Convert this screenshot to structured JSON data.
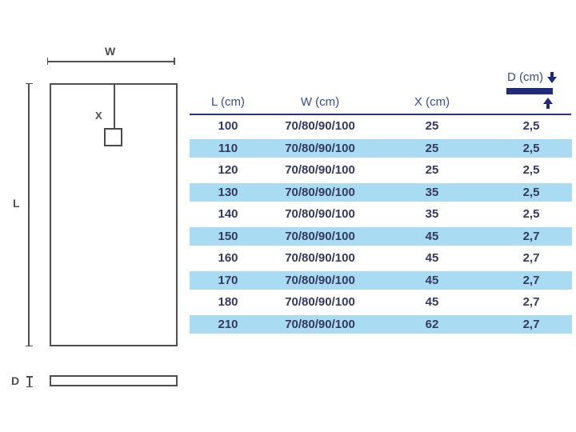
{
  "diagram": {
    "top_view": {
      "width_label": "W",
      "length_label": "L",
      "drain_offset_label": "X"
    },
    "side_view": {
      "depth_label": "D"
    }
  },
  "table": {
    "columns": [
      "L (cm)",
      "W (cm)",
      "X (cm)",
      "D (cm)"
    ],
    "rows": [
      {
        "l": "100",
        "w": "70/80/90/100",
        "x": "25",
        "d": "2,5",
        "highlight": false
      },
      {
        "l": "110",
        "w": "70/80/90/100",
        "x": "25",
        "d": "2,5",
        "highlight": true
      },
      {
        "l": "120",
        "w": "70/80/90/100",
        "x": "25",
        "d": "2,5",
        "highlight": false
      },
      {
        "l": "130",
        "w": "70/80/90/100",
        "x": "35",
        "d": "2,5",
        "highlight": true
      },
      {
        "l": "140",
        "w": "70/80/90/100",
        "x": "35",
        "d": "2,5",
        "highlight": false
      },
      {
        "l": "150",
        "w": "70/80/90/100",
        "x": "45",
        "d": "2,7",
        "highlight": true
      },
      {
        "l": "160",
        "w": "70/80/90/100",
        "x": "45",
        "d": "2,7",
        "highlight": false
      },
      {
        "l": "170",
        "w": "70/80/90/100",
        "x": "45",
        "d": "2,7",
        "highlight": true
      },
      {
        "l": "180",
        "w": "70/80/90/100",
        "x": "45",
        "d": "2,7",
        "highlight": false
      },
      {
        "l": "210",
        "w": "70/80/90/100",
        "x": "62",
        "d": "2,7",
        "highlight": true
      }
    ]
  },
  "icons": {
    "depth_top": "arrow-down",
    "depth_bottom": "arrow-up"
  },
  "colors": {
    "row_highlight": "#a9dbf3",
    "navy_accent": "#1f2a78",
    "header_underline": "#2b3380",
    "header_text": "#3a4c8f",
    "body_text": "#35395f",
    "diagram_line": "#4f4f4f"
  }
}
